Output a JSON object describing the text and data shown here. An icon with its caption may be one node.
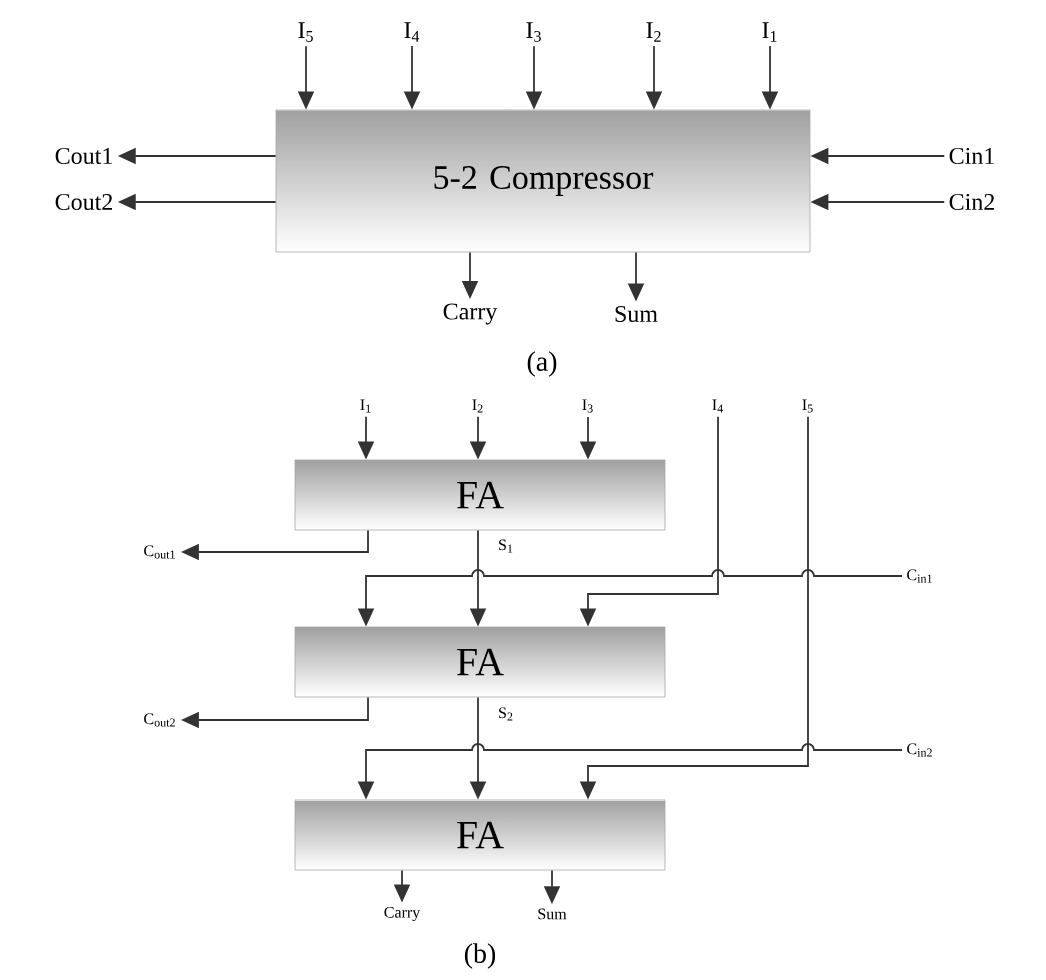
{
  "diagram": {
    "nodes": [
      {
        "text": [
          "5-2 Compressor"
        ]
      },
      {
        "text": [
          "I$_{5}$"
        ]
      },
      {
        "text": [
          "I$_{4}$"
        ]
      },
      {
        "text": [
          "I$_{3}$"
        ]
      },
      {
        "text": [
          "I$_{2}$"
        ]
      },
      {
        "text": [
          "I$_{1}$"
        ]
      },
      {
        "text": [
          "Cout1"
        ]
      },
      {
        "text": [
          "Cin1"
        ]
      },
      {
        "text": [
          "Cout2"
        ]
      },
      {
        "text": [
          "Cin2"
        ]
      },
      {
        "text": [
          "Carry"
        ]
      },
      {
        "text": [
          "Sum"
        ]
      },
      {
        "text": [
          "I$_{1}$"
        ]
      },
      {
        "text": [
          "I$_{2}$"
        ]
      },
      {
        "text": [
          "I$_{3}$"
        ]
      },
      {
        "text": [
          "I$_{4}$"
        ]
      },
      {
        "text": [
          "I$_{5}$"
        ]
      },
      {
        "text": [
          "FA"
        ]
      },
      {
        "text": [
          "C$_{out1}$"
        ]
      },
      {
        "text": [
          "C$_{in1}$"
        ]
      },
      {
        "text": [
          "FA"
        ]
      },
      {
        "text": [
          "C$_{out2}$"
        ]
      },
      {
        "text": [
          "C$_{in2}$"
        ]
      },
      {
        "text": [
          "FA"
        ]
      },
      {
        "text": [
          "Carry"
        ]
      },
      {
        "text": [
          "Sum"
        ]
      }
    ],
    "edges": [
      {
        "from": 1,
        "to": 0,
        "arrow": "to"
      },
      {
        "from": 2,
        "to": 0,
        "arrow": "to"
      },
      {
        "from": 3,
        "to": 0,
        "arrow": "to"
      },
      {
        "from": 4,
        "to": 0,
        "arrow": "to"
      },
      {
        "from": 5,
        "to": 0,
        "arrow": "to"
      },
      {
        "from": 0,
        "to": 6,
        "arrow": "to"
      },
      {
        "from": 7,
        "to": 0,
        "arrow": "to"
      },
      {
        "from": 0,
        "to": 8,
        "arrow": "to"
      },
      {
        "from": 9,
        "to": 0,
        "arrow": "to"
      },
      {
        "from": 0,
        "to": 10,
        "arrow": "to"
      },
      {
        "from": 0,
        "to": 11,
        "arrow": "to"
      },
      {
        "from": 12,
        "to": 17,
        "arrow": "to"
      },
      {
        "from": 13,
        "to": 17,
        "arrow": "to"
      },
      {
        "from": 14,
        "to": 17,
        "arrow": "to"
      },
      {
        "from": 17,
        "to": 18,
        "arrow": "to"
      },
      {
        "from": 17,
        "to": 20,
        "arrow": "to",
        "label": "S$_{1}$"
      },
      {
        "from": 19,
        "to": 20,
        "arrow": "to"
      },
      {
        "from": 15,
        "to": 20,
        "arrow": "to"
      },
      {
        "from": 20,
        "to": 21,
        "arrow": "to"
      },
      {
        "from": 20,
        "to": 23,
        "arrow": "to",
        "label": "S$_{2}$"
      },
      {
        "from": 22,
        "to": 23,
        "arrow": "to"
      },
      {
        "from": 16,
        "to": 23,
        "arrow": "to"
      },
      {
        "from": 23,
        "to": 24,
        "arrow": "to"
      },
      {
        "from": 23,
        "to": 25,
        "arrow": "to"
      }
    ],
    "labels": [
      "(a)",
      "(b)"
    ]
  }
}
